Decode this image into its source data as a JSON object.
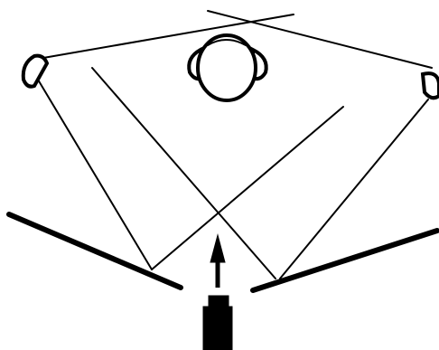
{
  "diagram": {
    "labels": [],
    "elements": [
      "listener-head",
      "left-speaker",
      "right-speaker",
      "left-wall-panel",
      "right-wall-panel",
      "microphone",
      "arrow"
    ],
    "colors": {
      "ink": "#000000",
      "background": "#ffffff"
    }
  }
}
